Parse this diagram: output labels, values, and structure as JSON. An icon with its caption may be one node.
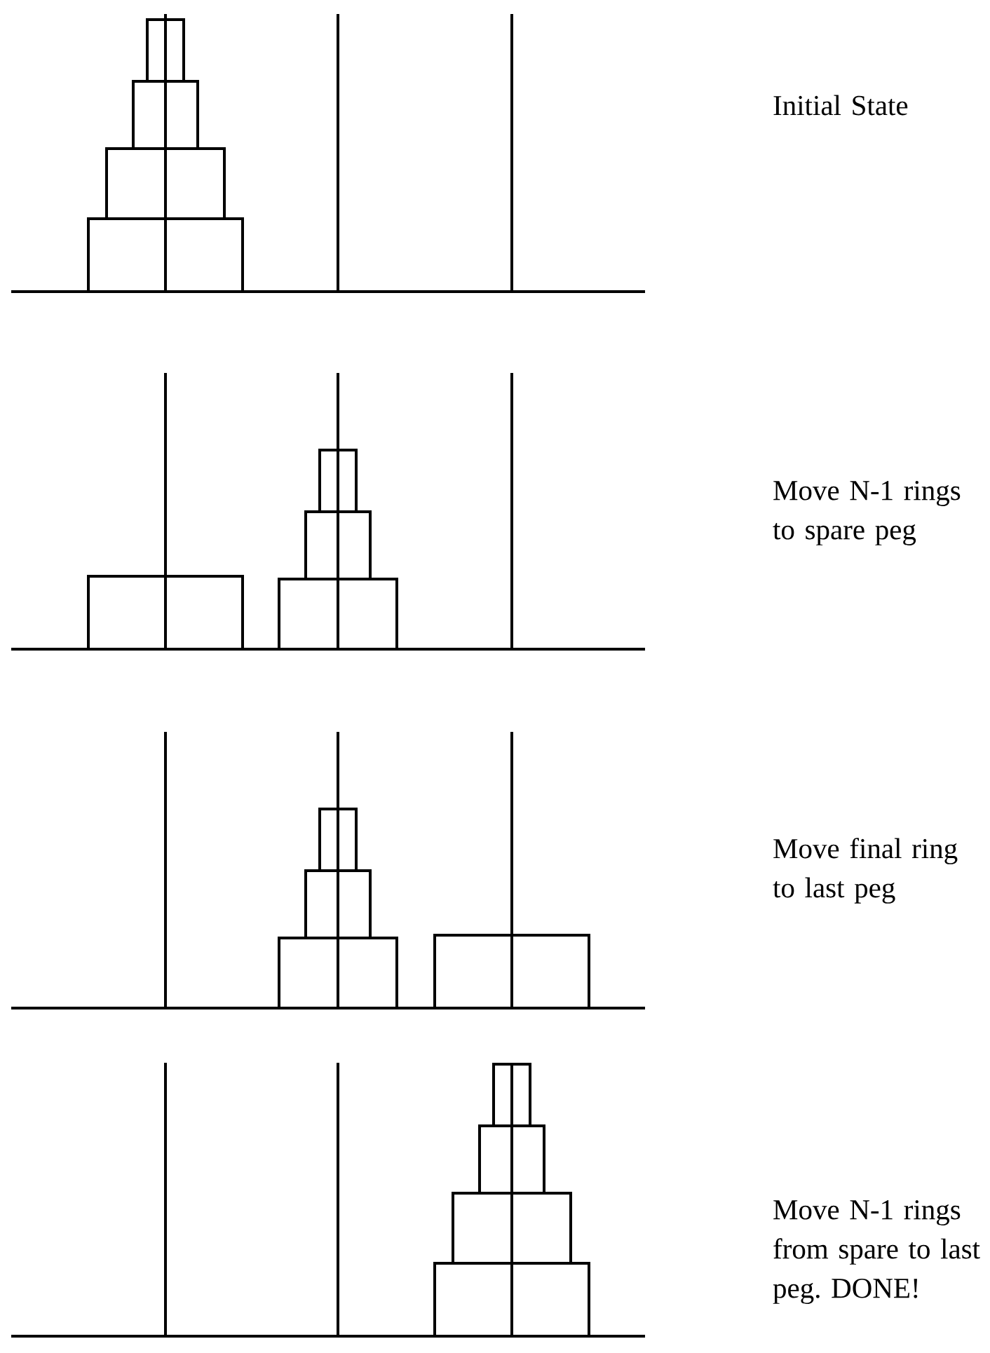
{
  "diagram": {
    "labels": [
      "Initial State",
      "Move N-1 rings to spare peg",
      "Move final ring to last peg",
      "Move N-1 rings from spare to last peg. DONE!"
    ]
  }
}
